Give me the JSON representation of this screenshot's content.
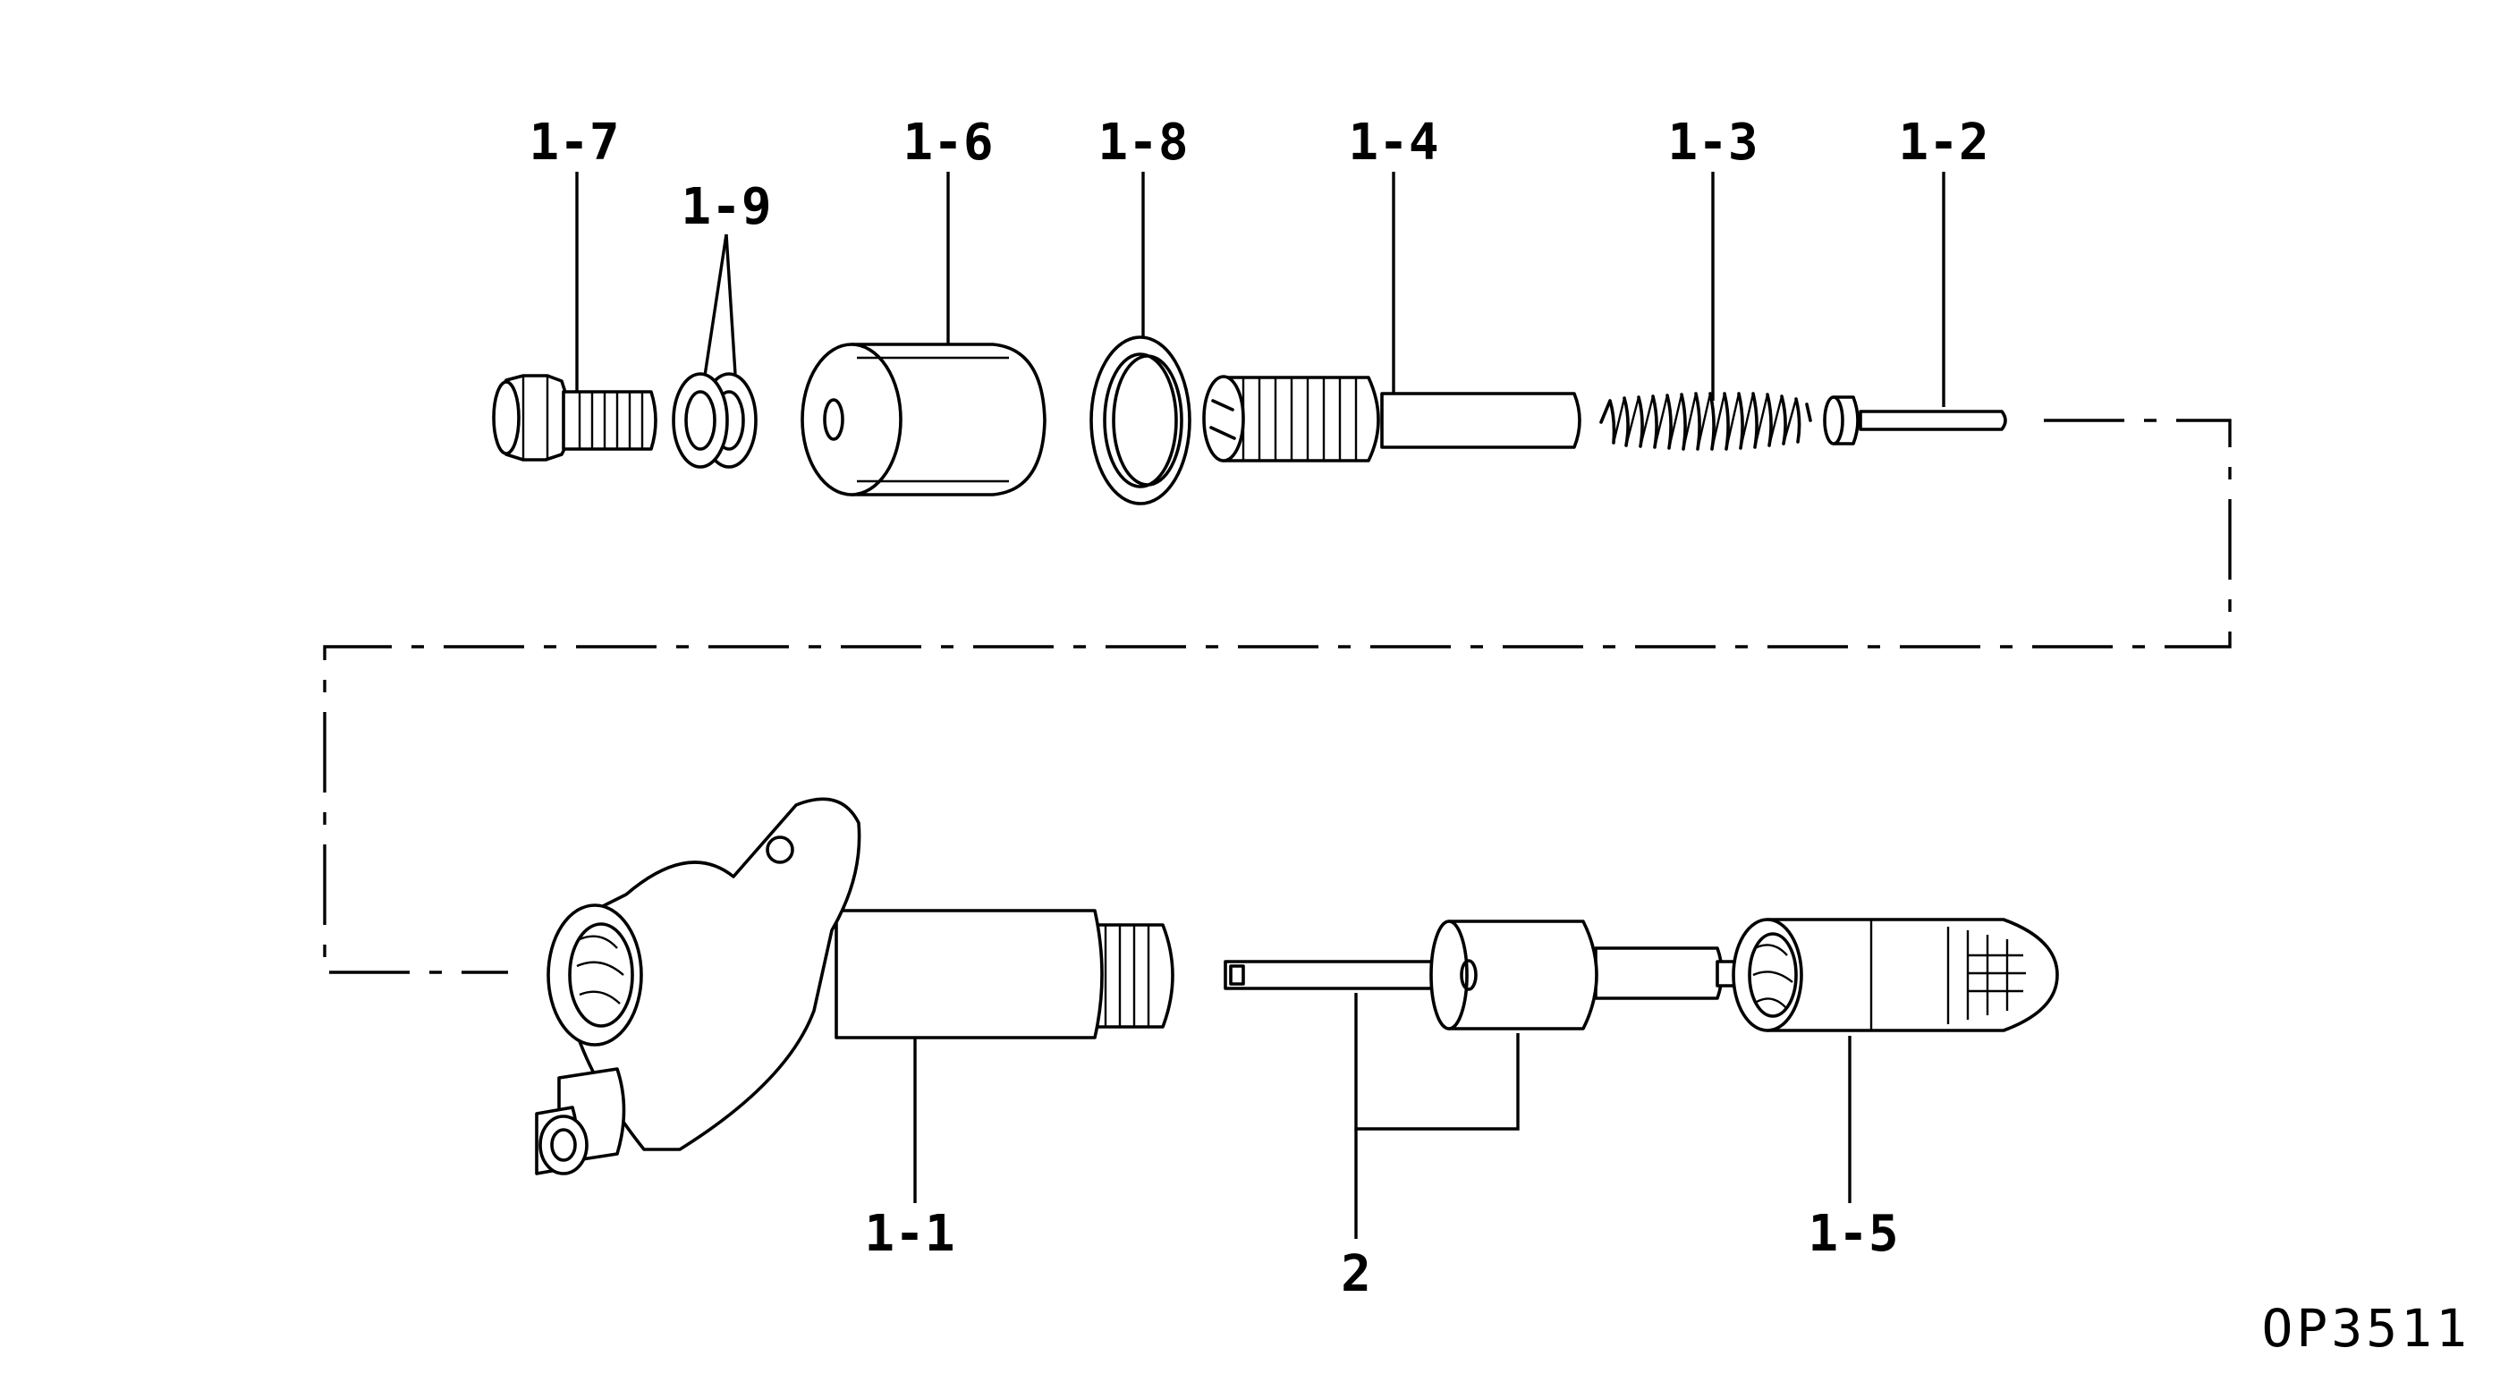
{
  "labels": {
    "p1_7": "1-7",
    "p1_9": "1-9",
    "p1_6": "1-6",
    "p1_8": "1-8",
    "p1_4": "1-4",
    "p1_3": "1-3",
    "p1_2": "1-2",
    "p1_1": "1-1",
    "p2": "2",
    "p1_5": "1-5"
  },
  "drawing_code": "OP3511"
}
